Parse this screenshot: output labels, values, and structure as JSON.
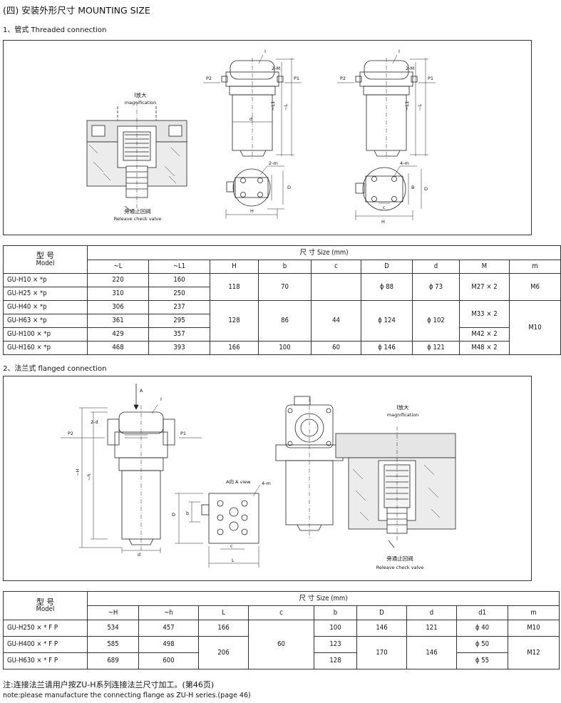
{
  "heading": "(四) 安装外形尺寸 MOUNTING SIZE",
  "section1": "1、管式 Threaded connection",
  "section2": "2、法兰式 flanged connection",
  "drawing1": {
    "magnify_zh": "I放大",
    "magnify_en": "magnification",
    "valve_zh": "旁通止回阀",
    "valve_en": "Releave check valve",
    "I": "I",
    "twoM": "2-M",
    "P1": "P1",
    "P2": "P2",
    "L": "~L",
    "L1": "~L1",
    "d": "d",
    "twom": "2-m",
    "fourm": "4-m",
    "D": "D",
    "B": "B",
    "c": "c",
    "H": "H"
  },
  "drawing2": {
    "A": "A",
    "I": "I",
    "twod": "2-d",
    "P1": "P1",
    "P2": "P2",
    "H": "~H",
    "h": "~h",
    "d": "d",
    "aview": "A向 A view",
    "fourm": "4-m",
    "D": "D",
    "b": "b",
    "c": "c",
    "L": "L",
    "magnify_zh": "I放大",
    "magnify_en": "magnification",
    "valve_zh": "旁通止回阀",
    "valve_en": "Releave check valve"
  },
  "table1": {
    "model_zh": "型 号",
    "model_en": "Model",
    "size_label": "尺 寸 Size (mm)",
    "columns": [
      "~L",
      "~L1",
      "H",
      "b",
      "c",
      "D",
      "d",
      "M",
      "m"
    ],
    "models": [
      "GU-H10 × *p",
      "GU-H25 × *p",
      "GU-H40 × *p",
      "GU-H63 × *p",
      "GU-H100 × *p",
      "GU-H160 × *p"
    ],
    "L": [
      "220",
      "310",
      "306",
      "361",
      "429",
      "468"
    ],
    "L1": [
      "160",
      "250",
      "237",
      "295",
      "357",
      "393"
    ],
    "H": [
      "118",
      "128",
      "166"
    ],
    "b": [
      "70",
      "86",
      "100"
    ],
    "c": [
      "44",
      "60"
    ],
    "D": [
      "ϕ 88",
      "ϕ 124",
      "ϕ 146"
    ],
    "d": [
      "ϕ 73",
      "ϕ 102",
      "ϕ 121"
    ],
    "M": [
      "M27 × 2",
      "M33 × 2",
      "M42 × 2",
      "M48 × 2"
    ],
    "m": [
      "M6",
      "M10"
    ]
  },
  "table2": {
    "model_zh": "型 号",
    "model_en": "Model",
    "size_label": "尺 寸 Size (mm)",
    "columns": [
      "~H",
      "~h",
      "L",
      "c",
      "b",
      "D",
      "d",
      "d1",
      "m"
    ],
    "models": [
      "GU-H250 × * F P",
      "GU-H400 × * F P",
      "GU-H630 × * F P"
    ],
    "H": [
      "534",
      "585",
      "689"
    ],
    "h": [
      "457",
      "498",
      "600"
    ],
    "L": [
      "166",
      "206"
    ],
    "c": "60",
    "b": [
      "100",
      "123",
      "128"
    ],
    "D": [
      "146",
      "170"
    ],
    "d": [
      "121",
      "146"
    ],
    "d1": [
      "ϕ 40",
      "ϕ 50",
      "ϕ 55"
    ],
    "m": [
      "M10",
      "M12"
    ]
  },
  "note_zh": "注:连接法兰请用户按ZU-H系列连接法兰尺寸加工。(第46页)",
  "note_en": "note:please manufacture the connecting flange  as ZU-H series.(page 46)"
}
